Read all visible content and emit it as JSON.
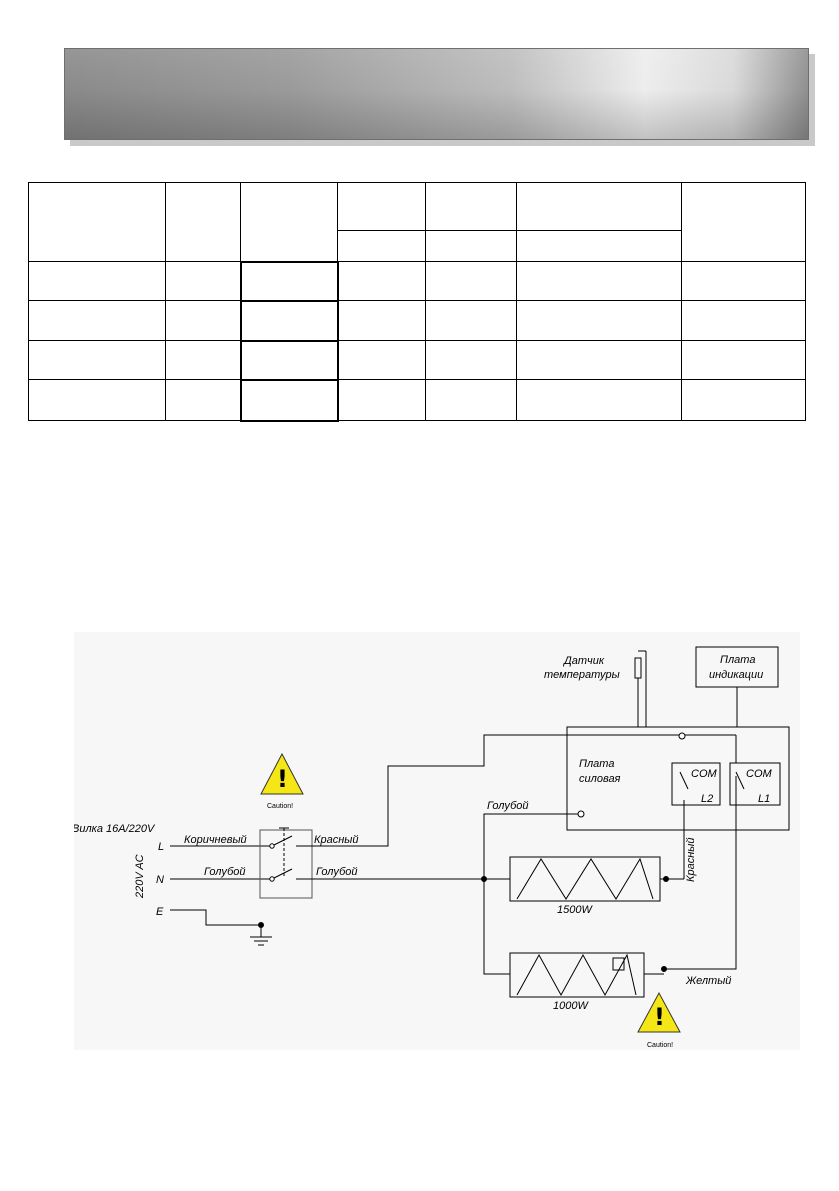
{
  "diagram": {
    "plug": "Вилка 16A/220V",
    "voltage": "220V AC",
    "terminals": {
      "l": "L",
      "n": "N",
      "e": "E"
    },
    "wires": {
      "brown_in": "Коричневый",
      "blue_in": "Голубой",
      "red_out": "Красный",
      "blue_out": "Голубой",
      "blue_board": "Голубой",
      "red_relay": "Красный",
      "yellow": "Желтый"
    },
    "sensor": {
      "line1": "Датчик",
      "line2": "температуры"
    },
    "display_board": {
      "line1": "Плата",
      "line2": "индикации"
    },
    "power_board": {
      "line1": "Плата",
      "line2": "силовая"
    },
    "relay1": {
      "com": "COM",
      "out": "L2"
    },
    "relay2": {
      "com": "COM",
      "out": "L1"
    },
    "heater1": "1500W",
    "heater2": "1000W",
    "caution": "Caution!",
    "caution_glyph": "!"
  }
}
